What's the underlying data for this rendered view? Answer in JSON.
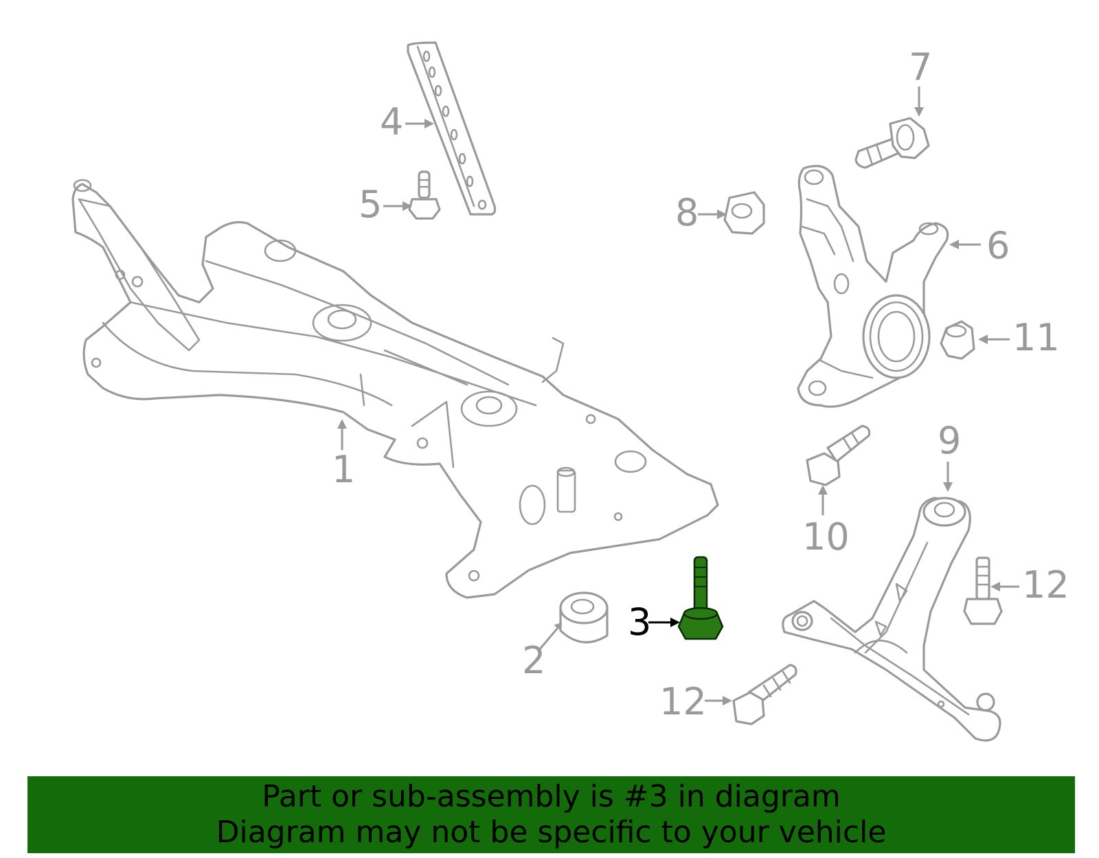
{
  "callouts": [
    {
      "number": "1",
      "label_part": "crossmember"
    },
    {
      "number": "2",
      "label_part": "bushing"
    },
    {
      "number": "3",
      "label_part": "bolt",
      "highlighted": true
    },
    {
      "number": "4",
      "label_part": "brace"
    },
    {
      "number": "5",
      "label_part": "bolt"
    },
    {
      "number": "6",
      "label_part": "steering-knuckle"
    },
    {
      "number": "7",
      "label_part": "bolt"
    },
    {
      "number": "8",
      "label_part": "nut"
    },
    {
      "number": "9",
      "label_part": "lower-control-arm"
    },
    {
      "number": "10",
      "label_part": "bolt"
    },
    {
      "number": "11",
      "label_part": "nut"
    },
    {
      "number": "12",
      "label_part": "bolt"
    },
    {
      "number": "12",
      "label_part": "bolt"
    }
  ],
  "colors": {
    "line_art": "#9a9a9a",
    "highlight_part": "#2a7a14",
    "banner": "#146b0a",
    "banner_text": "#000000"
  },
  "banner": {
    "line1": "Part or sub-assembly is #3 in diagram",
    "line2": "Diagram may not be specific to your vehicle"
  }
}
